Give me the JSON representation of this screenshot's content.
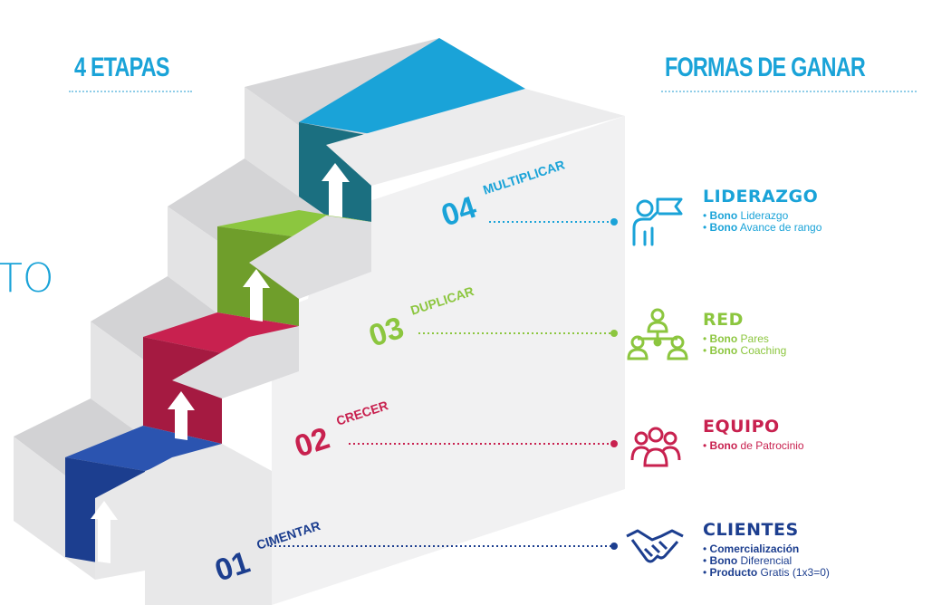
{
  "left_heading": "4 ETAPAS",
  "right_heading": "FORMAS DE GANAR",
  "side_partial_text": "TO",
  "stages": [
    {
      "number": "01",
      "name": "CIMENTAR",
      "color": "#1c3e8f"
    },
    {
      "number": "02",
      "name": "CRECER",
      "color": "#c8214f"
    },
    {
      "number": "03",
      "name": "DUPLICAR",
      "color": "#8cc63f"
    },
    {
      "number": "04",
      "name": "MULTIPLICAR",
      "color": "#1aa3d8"
    }
  ],
  "ways": [
    {
      "title": "LIDERAZGO",
      "color": "#1aa3d8",
      "icon": "leader-flag-icon",
      "bullets": [
        [
          "Bono",
          " Liderazgo"
        ],
        [
          "Bono",
          " Avance de rango"
        ]
      ]
    },
    {
      "title": "RED",
      "color": "#8cc63f",
      "icon": "network-icon",
      "bullets": [
        [
          "Bono",
          " Pares"
        ],
        [
          "Bono",
          " Coaching"
        ]
      ]
    },
    {
      "title": "EQUIPO",
      "color": "#c8214f",
      "icon": "team-icon",
      "bullets": [
        [
          "Bono",
          " de Patrocinio"
        ]
      ]
    },
    {
      "title": "CLIENTES",
      "color": "#1c3e8f",
      "icon": "handshake-icon",
      "bullets": [
        [
          "Comercialización",
          ""
        ],
        [
          "Bono",
          " Diferencial"
        ],
        [
          "Producto",
          " Gratis (1x3=0)"
        ]
      ]
    }
  ]
}
